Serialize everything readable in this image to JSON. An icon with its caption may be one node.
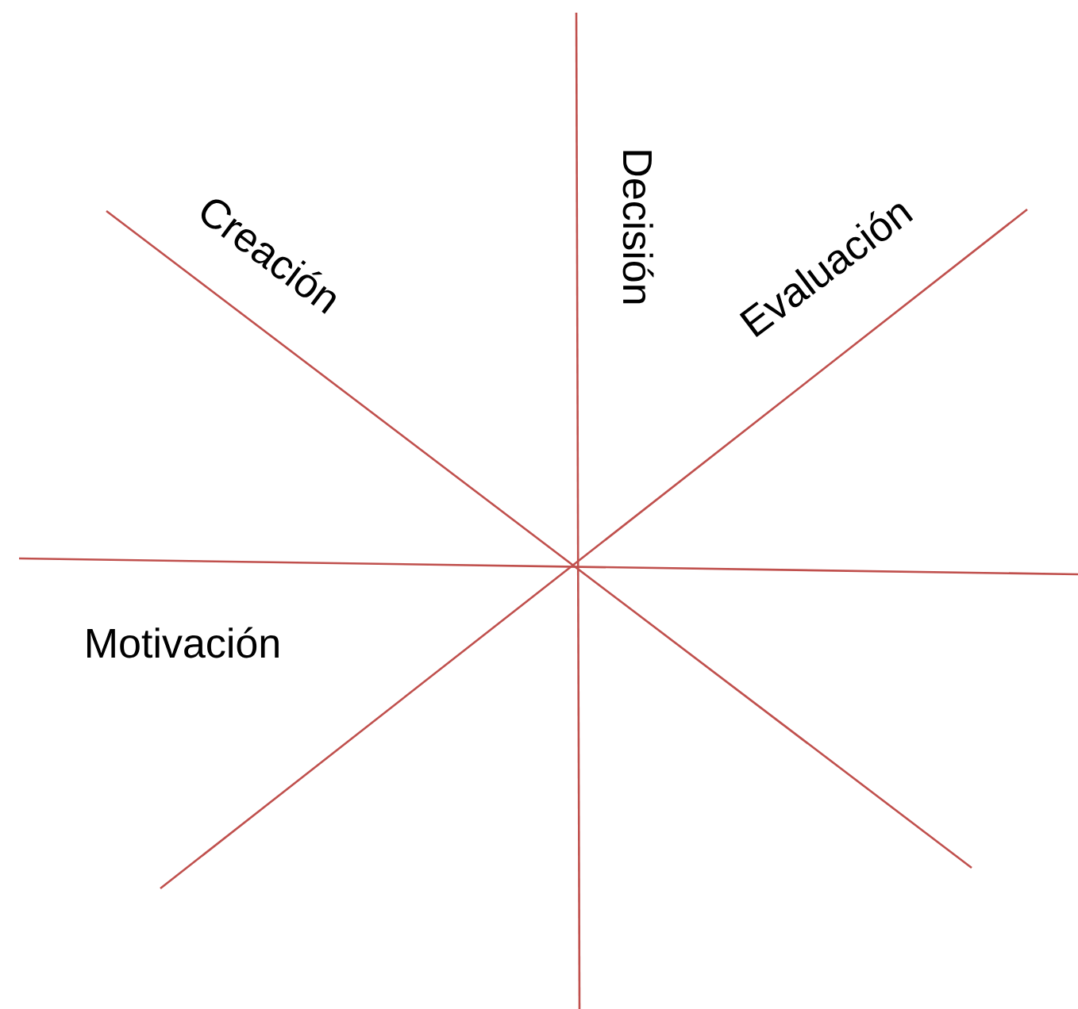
{
  "diagram": {
    "labels": [
      "Creación",
      "Decisión",
      "Evaluación",
      "Motivación"
    ]
  }
}
